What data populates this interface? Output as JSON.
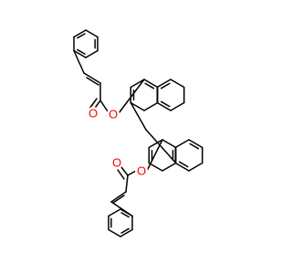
{
  "diagram": {
    "kind": "skeletal-structure",
    "colors": {
      "bond": "#000000",
      "heteroatom": "#ff0000",
      "background": "#ffffff"
    },
    "atom_labels": {
      "o1": "O",
      "o2": "O",
      "o3": "O",
      "o4": "O"
    }
  }
}
